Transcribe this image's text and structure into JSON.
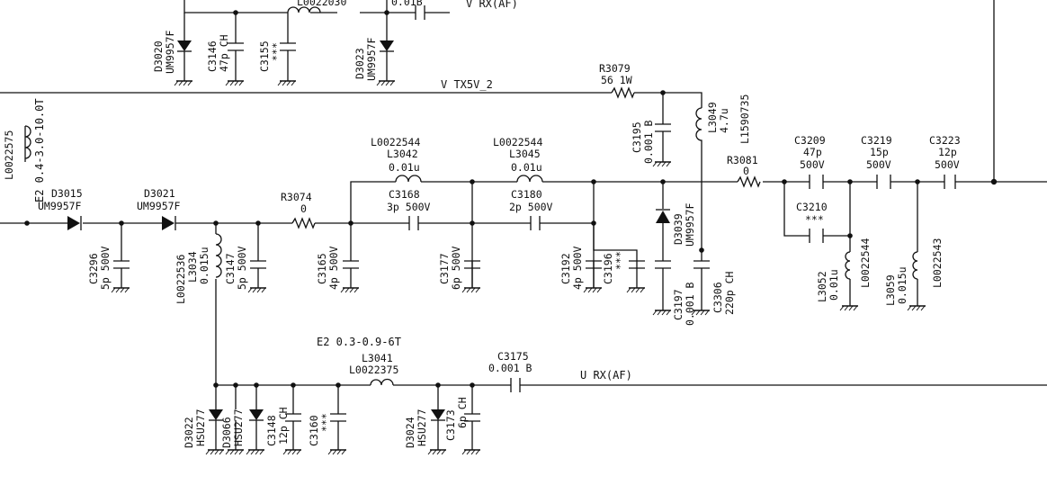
{
  "nets": {
    "v_rx_top": "V RX(AF)",
    "v_tx5v": "V TX5V_2",
    "u_rx": "U RX(AF)",
    "e2_left": "E2 0.4-3.0-10.0T",
    "e2_bottom": "E2 0.3-0.9-6T"
  },
  "components": {
    "l0022575_left": [
      "L0022575"
    ],
    "top_inductor": [
      "L0022030"
    ],
    "top_cap_value": [
      "0.01B"
    ],
    "d3020": [
      "D3020",
      "UM9957F"
    ],
    "c3146": [
      "C3146",
      "47p CH"
    ],
    "c3155": [
      "C3155",
      "***"
    ],
    "d3023": [
      "D3023",
      "UM9957F"
    ],
    "r3079": [
      "R3079",
      "56 1W"
    ],
    "c3195": [
      "C3195",
      "0.001 B"
    ],
    "l3049": [
      "L3049",
      "4.7u",
      "L1590735"
    ],
    "d3015": [
      "D3015",
      "UM9957F"
    ],
    "d3021": [
      "D3021",
      "UM9957F"
    ],
    "r3074": [
      "R3074",
      "0"
    ],
    "l3042": [
      "L0022544",
      "L3042",
      "0.01u"
    ],
    "c3168": [
      "C3168",
      "3p 500V"
    ],
    "l3045": [
      "L0022544",
      "L3045",
      "0.01u"
    ],
    "c3180": [
      "C3180",
      "2p 500V"
    ],
    "r3081": [
      "R3081",
      "0"
    ],
    "c3209": [
      "C3209",
      "47p",
      "500V"
    ],
    "c3219": [
      "C3219",
      "15p",
      "500V"
    ],
    "c3223": [
      "C3223",
      "12p",
      "500V"
    ],
    "c3210": [
      "C3210",
      "***"
    ],
    "c3296": [
      "C3296",
      "5p 500V"
    ],
    "l3034": [
      "L0022536",
      "L3034",
      "0.015u"
    ],
    "c3147": [
      "C3147",
      "5p 500V"
    ],
    "c3165": [
      "C3165",
      "4p 500V"
    ],
    "c3177": [
      "C3177",
      "6p 500V"
    ],
    "c3192": [
      "C3192",
      "4p 500V"
    ],
    "c3196": [
      "C3196",
      "***"
    ],
    "d3039": [
      "D3039",
      "UM9957F"
    ],
    "c3197": [
      "C3197",
      "0.001 B"
    ],
    "c3306": [
      "C3306",
      "220p CH"
    ],
    "l3052": [
      "L3052",
      "0.01u",
      "L0022544"
    ],
    "l3059": [
      "L3059",
      "0.015u",
      "L0022543"
    ],
    "l3041": [
      "L3041",
      "L0022375"
    ],
    "c3175": [
      "C3175",
      "0.001 B"
    ],
    "d3022": [
      "D3022",
      "HSU277"
    ],
    "d3066": [
      "D3066",
      "HSU277"
    ],
    "c3148": [
      "C3148",
      "12p CH"
    ],
    "c3160": [
      "C3160",
      "***"
    ],
    "d3024": [
      "D3024",
      "HSU277"
    ],
    "c3173": [
      "C3173",
      "6p CH"
    ]
  }
}
